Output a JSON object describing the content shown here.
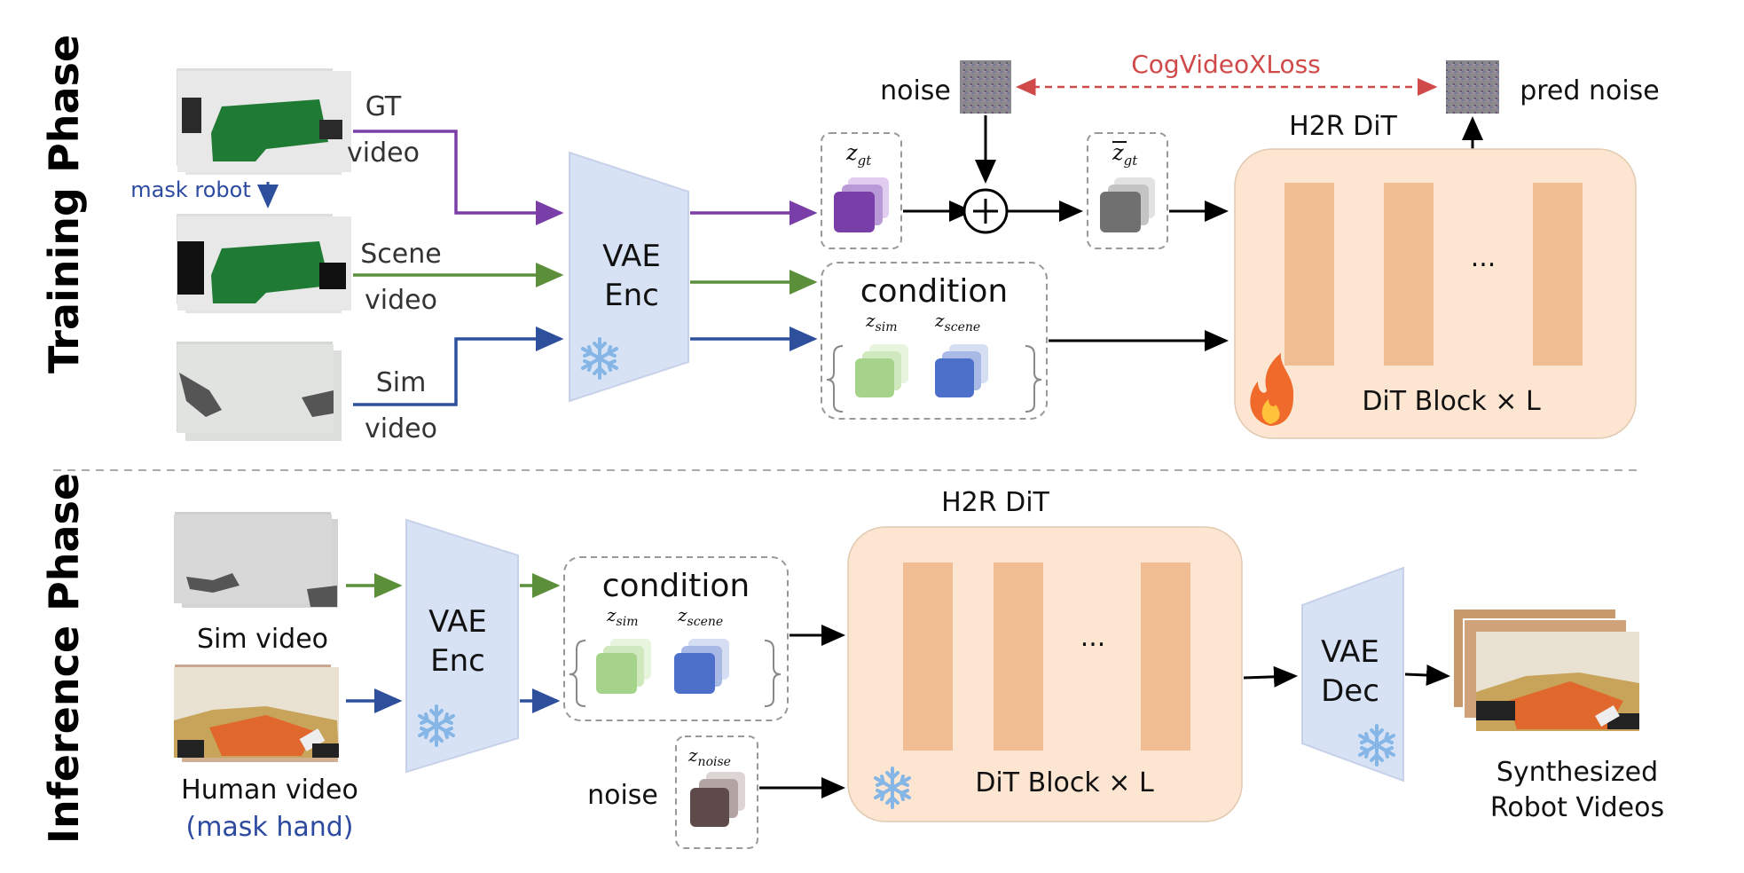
{
  "phases": {
    "training": "Training Phase",
    "inference": "Inference Phase"
  },
  "training": {
    "gt_label_1": "GT",
    "gt_label_2": "video",
    "mask_robot": "mask robot",
    "scene_label_1": "Scene",
    "scene_label_2": "video",
    "sim_label_1": "Sim",
    "sim_label_2": "video",
    "vae_enc_1": "VAE",
    "vae_enc_2": "Enc",
    "z_gt": "z",
    "z_gt_sub": "gt",
    "z_bar_gt": "z",
    "z_bar_gt_sub": "gt",
    "condition": "condition",
    "z_sim": "z",
    "z_sim_sub": "sim",
    "z_scene": "z",
    "z_scene_sub": "scene",
    "noise": "noise",
    "pred_noise": "pred noise",
    "loss": "CogVideoXLoss",
    "dit_title": "H2R DiT",
    "ellipsis": "...",
    "dit_block": "DiT Block × L"
  },
  "inference": {
    "sim_video": "Sim video",
    "human_video": "Human video",
    "mask_hand": "(mask hand)",
    "vae_enc_1": "VAE",
    "vae_enc_2": "Enc",
    "condition": "condition",
    "z_sim": "z",
    "z_sim_sub": "sim",
    "z_scene": "z",
    "z_scene_sub": "scene",
    "noise": "noise",
    "z_noise": "z",
    "z_noise_sub": "noise",
    "dit_title": "H2R DiT",
    "ellipsis": "...",
    "dit_block": "DiT Block × L",
    "vae_dec_1": "VAE",
    "vae_dec_2": "Dec",
    "output_1": "Synthesized",
    "output_2": "Robot Videos"
  },
  "colors": {
    "gt_arrow": "#7a3ea8",
    "scene_arrow": "#5c8f3a",
    "sim_arrow": "#2d4f9c",
    "loss": "#d04a4a",
    "dit_fill": "#fce6d2",
    "dit_block": "#f0bd92",
    "vae_fill": "#d8e2f5"
  },
  "icons": [
    "snowflake-icon",
    "fire-icon",
    "plus-circle-icon"
  ]
}
